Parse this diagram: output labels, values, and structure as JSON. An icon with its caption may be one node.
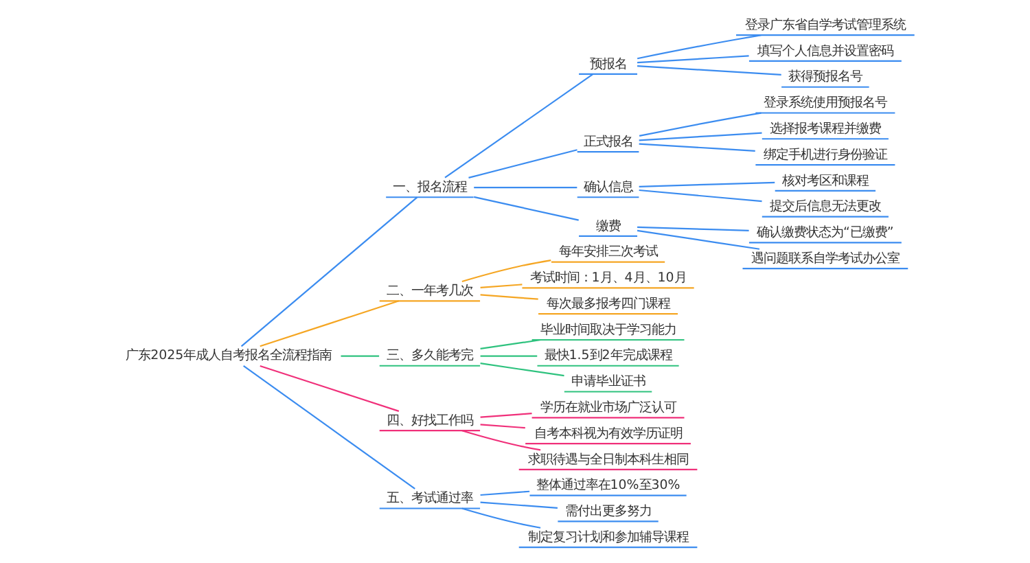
{
  "diagram": {
    "nodes": [
      {
        "text": [
          "广东2025年成人自考报名全流程指南"
        ]
      },
      {
        "text": [
          "一、报名流程"
        ]
      },
      {
        "text": [
          "预报名"
        ]
      },
      {
        "text": [
          "登录广东省自学考试管理系统"
        ]
      },
      {
        "text": [
          "填写个人信息并设置密码"
        ]
      },
      {
        "text": [
          "获得预报名号"
        ]
      },
      {
        "text": [
          "正式报名"
        ]
      },
      {
        "text": [
          "登录系统使用预报名号"
        ]
      },
      {
        "text": [
          "选择报考课程并缴费"
        ]
      },
      {
        "text": [
          "绑定手机进行身份验证"
        ]
      },
      {
        "text": [
          "确认信息"
        ]
      },
      {
        "text": [
          "核对考区和课程"
        ]
      },
      {
        "text": [
          "提交后信息无法更改"
        ]
      },
      {
        "text": [
          "缴费"
        ]
      },
      {
        "text": [
          "确认缴费状态为“已缴费”"
        ]
      },
      {
        "text": [
          "遇问题联系自学考试办公室"
        ]
      },
      {
        "text": [
          "二、一年考几次"
        ]
      },
      {
        "text": [
          "每年安排三次考试"
        ]
      },
      {
        "text": [
          "考试时间：1月、4月、10月"
        ]
      },
      {
        "text": [
          "每次最多报考四门课程"
        ]
      },
      {
        "text": [
          "三、多久能考完"
        ]
      },
      {
        "text": [
          "毕业时间取决于学习能力"
        ]
      },
      {
        "text": [
          "最快1.5到2年完成课程"
        ]
      },
      {
        "text": [
          "申请毕业证书"
        ]
      },
      {
        "text": [
          "四、好找工作吗"
        ]
      },
      {
        "text": [
          "学历在就业市场广泛认可"
        ]
      },
      {
        "text": [
          "自考本科视为有效学历证明"
        ]
      },
      {
        "text": [
          "求职待遇与全日制本科生相同"
        ]
      },
      {
        "text": [
          "五、考试通过率"
        ]
      },
      {
        "text": [
          "整体通过率在10%至30%"
        ]
      },
      {
        "text": [
          "需付出更多努力"
        ]
      },
      {
        "text": [
          "制定复习计划和参加辅导课程"
        ]
      }
    ],
    "edges": [
      {
        "from": 0,
        "to": 1,
        "arrow": "none"
      },
      {
        "from": 1,
        "to": 2,
        "arrow": "none"
      },
      {
        "from": 2,
        "to": 3,
        "arrow": "none"
      },
      {
        "from": 2,
        "to": 4,
        "arrow": "none"
      },
      {
        "from": 2,
        "to": 5,
        "arrow": "none"
      },
      {
        "from": 1,
        "to": 6,
        "arrow": "none"
      },
      {
        "from": 6,
        "to": 7,
        "arrow": "none"
      },
      {
        "from": 6,
        "to": 8,
        "arrow": "none"
      },
      {
        "from": 6,
        "to": 9,
        "arrow": "none"
      },
      {
        "from": 1,
        "to": 10,
        "arrow": "none"
      },
      {
        "from": 10,
        "to": 11,
        "arrow": "none"
      },
      {
        "from": 10,
        "to": 12,
        "arrow": "none"
      },
      {
        "from": 1,
        "to": 13,
        "arrow": "none"
      },
      {
        "from": 13,
        "to": 14,
        "arrow": "none"
      },
      {
        "from": 13,
        "to": 15,
        "arrow": "none"
      },
      {
        "from": 0,
        "to": 16,
        "arrow": "none",
        "color": "#f5a623"
      },
      {
        "from": 16,
        "to": 17,
        "arrow": "none",
        "color": "#f5a623"
      },
      {
        "from": 16,
        "to": 18,
        "arrow": "none",
        "color": "#f5a623"
      },
      {
        "from": 16,
        "to": 19,
        "arrow": "none",
        "color": "#f5a623"
      },
      {
        "from": 0,
        "to": 20,
        "arrow": "none",
        "color": "#2ec27e"
      },
      {
        "from": 20,
        "to": 21,
        "arrow": "none",
        "color": "#2ec27e"
      },
      {
        "from": 20,
        "to": 22,
        "arrow": "none",
        "color": "#2ec27e"
      },
      {
        "from": 20,
        "to": 23,
        "arrow": "none",
        "color": "#2ec27e"
      },
      {
        "from": 0,
        "to": 24,
        "arrow": "none",
        "color": "#f0307a"
      },
      {
        "from": 24,
        "to": 25,
        "arrow": "none",
        "color": "#f0307a"
      },
      {
        "from": 24,
        "to": 26,
        "arrow": "none",
        "color": "#f0307a"
      },
      {
        "from": 24,
        "to": 27,
        "arrow": "none",
        "color": "#f0307a"
      },
      {
        "from": 0,
        "to": 28,
        "arrow": "none"
      },
      {
        "from": 28,
        "to": 29,
        "arrow": "none"
      },
      {
        "from": 28,
        "to": 30,
        "arrow": "none"
      },
      {
        "from": 28,
        "to": 31,
        "arrow": "none"
      }
    ]
  }
}
